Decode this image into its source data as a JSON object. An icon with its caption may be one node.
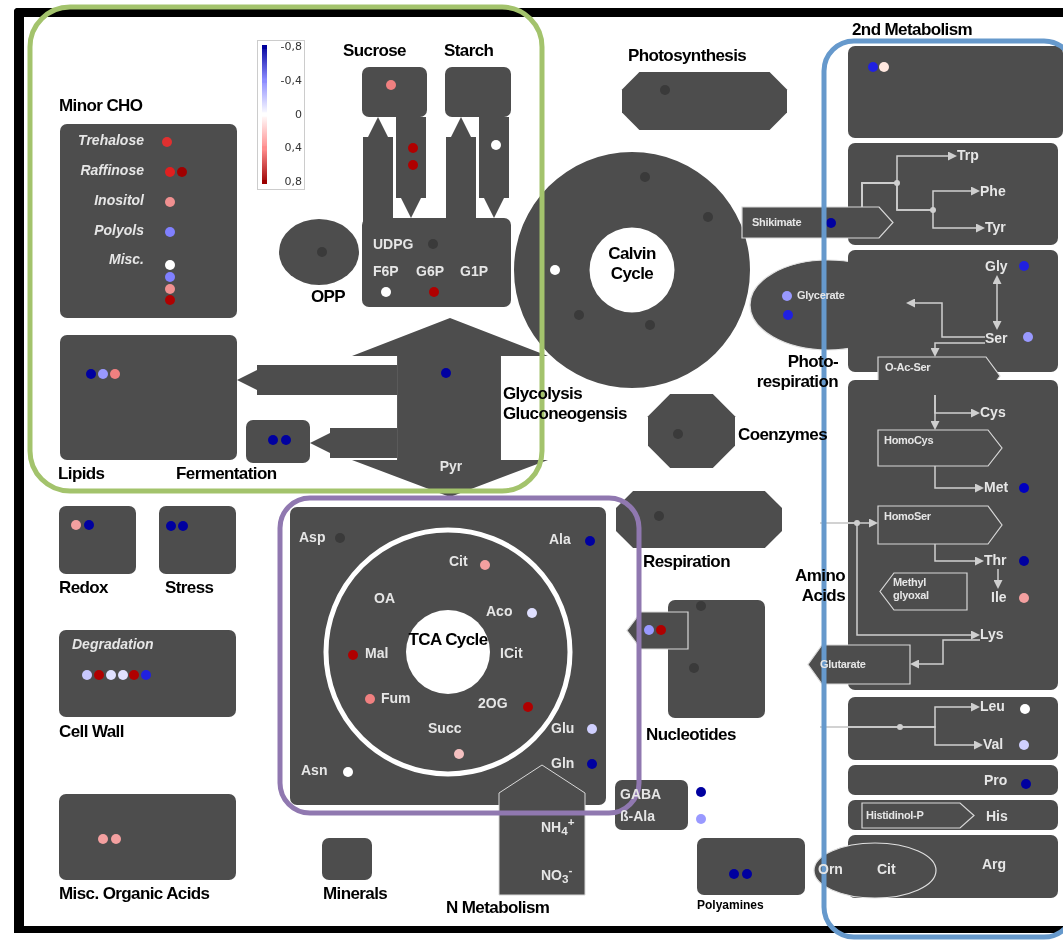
{
  "diagram": {
    "nodes": [
      {
        "text": [
          "Minor CHO",
          "Trehalose",
          "Raffinose",
          "Inositol",
          "Polyols",
          "Misc."
        ]
      },
      {
        "text": [
          "Sucrose"
        ]
      },
      {
        "text": [
          "Starch"
        ]
      },
      {
        "text": [
          "UDPG",
          "F6P",
          "G6P",
          "G1P"
        ]
      },
      {
        "text": [
          "OPP"
        ]
      },
      {
        "text": [
          "Photosynthesis"
        ]
      },
      {
        "text": [
          "Calvin Cycle"
        ]
      },
      {
        "text": [
          "2nd Metabolism"
        ]
      },
      {
        "text": [
          "Lipids"
        ]
      },
      {
        "text": [
          "Fermentation"
        ]
      },
      {
        "text": [
          "Pyr"
        ],
        "beside": [
          "Glycolysis Gluconeogensis"
        ]
      },
      {
        "text": [
          "Coenzymes"
        ]
      },
      {
        "text": [
          "Glycerate"
        ],
        "beside": [
          "Photo- respiration"
        ]
      },
      {
        "text": [
          "Redox"
        ]
      },
      {
        "text": [
          "Stress"
        ]
      },
      {
        "text": [
          "Degradation",
          "Cell Wall"
        ]
      },
      {
        "text": [
          "Misc. Organic Acids"
        ]
      },
      {
        "text": [
          "Asp",
          "Ala",
          "Glu",
          "Gln",
          "Asn"
        ]
      },
      {
        "text": [
          "TCA Cycle",
          "OA",
          "Cit",
          "Aco",
          "ICit",
          "Mal",
          "Fum",
          "2OG",
          "Succ"
        ],
        "in": 17
      },
      {
        "text": [
          "NH$_{4}$$^{+}$",
          "NO$_{3}$$^{-}$",
          "N Metabolism"
        ]
      },
      {
        "text": [
          "Respiration"
        ]
      },
      {
        "text": [
          "Nucleotides"
        ]
      },
      {
        "text": [
          "GABA",
          "ß-Ala"
        ]
      },
      {
        "text": [
          "Minerals"
        ]
      },
      {
        "text": [
          "Polyamines"
        ]
      },
      {
        "text": [],
        "shape": "box"
      },
      {
        "text": [
          "Shikimate"
        ]
      },
      {
        "text": [
          "Trp"
        ],
        "in": 25
      },
      {
        "text": [
          "Phe"
        ],
        "in": 25
      },
      {
        "text": [
          "Tyr"
        ],
        "in": 25
      },
      {
        "text": [],
        "shape": "box"
      },
      {
        "text": [
          "Gly"
        ],
        "in": 30
      },
      {
        "text": [
          "Ser"
        ],
        "in": 30
      },
      {
        "text": [
          "O-Ac-Ser"
        ]
      },
      {
        "text": [],
        "shape": "box"
      },
      {
        "text": [
          "Cys"
        ],
        "in": 34
      },
      {
        "text": [
          "HomoCys"
        ],
        "in": 34
      },
      {
        "text": [
          "Met"
        ],
        "in": 34
      },
      {
        "text": [
          "HomoSer"
        ],
        "in": 34
      },
      {
        "text": [
          "Thr"
        ],
        "in": 34
      },
      {
        "text": [
          "Methyl glyoxal"
        ],
        "in": 34
      },
      {
        "text": [
          "Ile"
        ],
        "in": 34
      },
      {
        "text": [
          "Lys"
        ],
        "in": 34
      },
      {
        "text": [
          "Glutarate"
        ]
      },
      {
        "text": [],
        "shape": "box"
      },
      {
        "text": [
          "Leu"
        ],
        "in": 44
      },
      {
        "text": [
          "Val"
        ],
        "in": 44
      },
      {
        "text": [
          "Pro"
        ]
      },
      {
        "text": [
          "His"
        ]
      },
      {
        "text": [
          "Histidinol-P"
        ],
        "in": 48
      },
      {
        "text": [
          "Arg"
        ]
      },
      {
        "text": [
          "Orn",
          "Cit"
        ]
      },
      {
        "text": [],
        "shape": "arrow"
      }
    ],
    "edges": [
      {
        "from": 10,
        "to": 8,
        "arrow": "to",
        "style": "thick",
        "color": "#4d4d4d"
      },
      {
        "from": 10,
        "to": 9,
        "arrow": "to",
        "style": "thick",
        "color": "#4d4d4d"
      },
      {
        "from": 3,
        "to": 1,
        "arrow": "to",
        "style": "thick",
        "color": "#4d4d4d"
      },
      {
        "from": 1,
        "to": 3,
        "arrow": "to",
        "style": "thick",
        "color": "#4d4d4d"
      },
      {
        "from": 3,
        "to": 2,
        "arrow": "to",
        "style": "thick",
        "color": "#4d4d4d"
      },
      {
        "from": 2,
        "to": 3,
        "arrow": "to",
        "style": "thick",
        "color": "#4d4d4d"
      },
      {
        "from": 26,
        "to": 27,
        "arrow": "to"
      },
      {
        "from": 26,
        "to": 28,
        "arrow": "to"
      },
      {
        "from": 26,
        "to": 29,
        "arrow": "to"
      },
      {
        "from": 32,
        "to": 31,
        "arrow": "both"
      },
      {
        "from": 32,
        "to": 12,
        "arrow": "to"
      },
      {
        "from": 32,
        "to": 33,
        "arrow": "to"
      },
      {
        "from": 33,
        "to": 35,
        "arrow": "to"
      },
      {
        "from": 33,
        "to": 36,
        "arrow": "to"
      },
      {
        "from": 36,
        "to": 37,
        "arrow": "to"
      },
      {
        "from": null,
        "to": 38,
        "arrow": "to"
      },
      {
        "from": null,
        "to": 42,
        "arrow": "to"
      },
      {
        "from": 38,
        "to": 39,
        "arrow": "to"
      },
      {
        "from": 39,
        "to": 41,
        "arrow": "to"
      },
      {
        "from": 42,
        "to": 43,
        "arrow": "to"
      },
      {
        "from": null,
        "to": 45,
        "arrow": "to"
      },
      {
        "from": null,
        "to": 46,
        "arrow": "to"
      }
    ],
    "labels": [
      "Amino Acids"
    ],
    "legend": [
      {
        "text": "-0,8",
        "color": "#00009c"
      },
      {
        "text": "-0,4",
        "color": "#8c8cff"
      },
      {
        "text": "0",
        "color": "#ffffff"
      },
      {
        "text": "0,4",
        "color": "#ff8c8c"
      },
      {
        "text": "0,8",
        "color": "#9c0000"
      }
    ]
  }
}
